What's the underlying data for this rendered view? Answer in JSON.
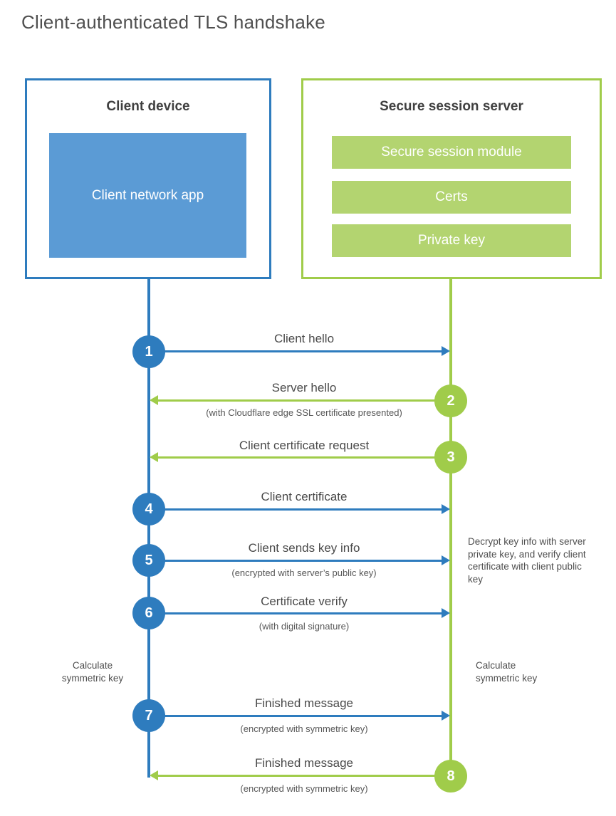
{
  "title": "Client-authenticated TLS handshake",
  "colors": {
    "blue": "#2e7cbe",
    "blue_light": "#5b9bd5",
    "green": "#a0cc4a",
    "green_light": "#b3d470"
  },
  "client": {
    "title": "Client device",
    "app_label": "Client network app"
  },
  "server": {
    "title": "Secure session server",
    "modules": [
      "Secure session module",
      "Certs",
      "Private key"
    ]
  },
  "steps": [
    {
      "number": "1",
      "label": "Client hello",
      "direction": "right"
    },
    {
      "number": "2",
      "label": "Server hello",
      "sublabel": "(with Cloudflare edge SSL certificate presented)",
      "direction": "left"
    },
    {
      "number": "3",
      "label": "Client certificate request",
      "direction": "left"
    },
    {
      "number": "4",
      "label": "Client certificate",
      "direction": "right"
    },
    {
      "number": "5",
      "label": "Client sends key info",
      "sublabel": "(encrypted with server’s public key)",
      "direction": "right"
    },
    {
      "number": "6",
      "label": "Certificate verify",
      "sublabel": "(with digital signature)",
      "direction": "right"
    },
    {
      "number": "7",
      "label": "Finished message",
      "sublabel": "(encrypted with symmetric key)",
      "direction": "right"
    },
    {
      "number": "8",
      "label": "Finished message",
      "sublabel": "(encrypted with symmetric key)",
      "direction": "left"
    }
  ],
  "annotations": {
    "decrypt_note": "Decrypt key info with server private key, and verify client certificate with client public key",
    "calc_left": "Calculate symmetric key",
    "calc_right": "Calculate symmetric key"
  }
}
